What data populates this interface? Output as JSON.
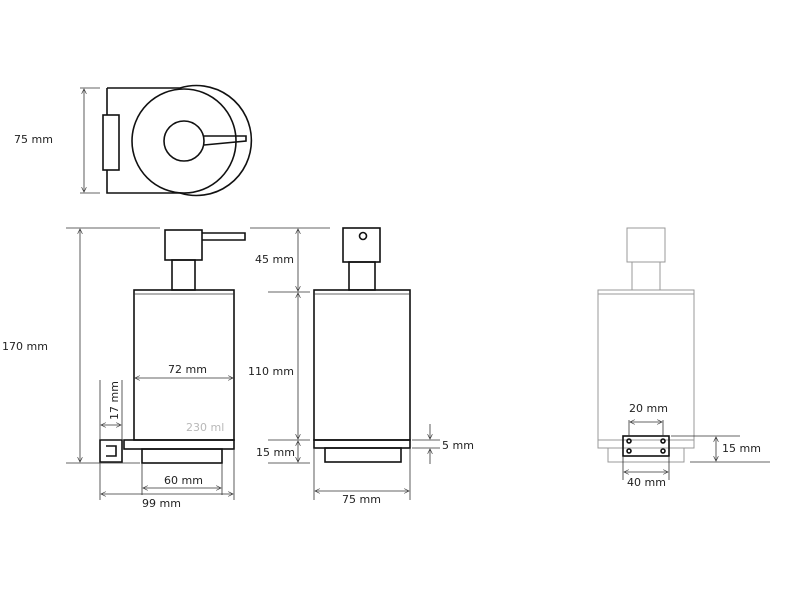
{
  "dimensions": {
    "top_depth": "75 mm",
    "total_height": "170 mm",
    "pump_height": "45 mm",
    "body_height": "110 mm",
    "base_height": "15 mm",
    "body_width": "72 mm",
    "bracket_height": "17 mm",
    "base_width": "60 mm",
    "total_depth": "99 mm",
    "side_width": "75 mm",
    "base_offset": "5 mm",
    "back_hole_spacing": "20 mm",
    "back_bracket_height": "15 mm",
    "back_bracket_width": "40 mm"
  },
  "capacity": "230 ml"
}
